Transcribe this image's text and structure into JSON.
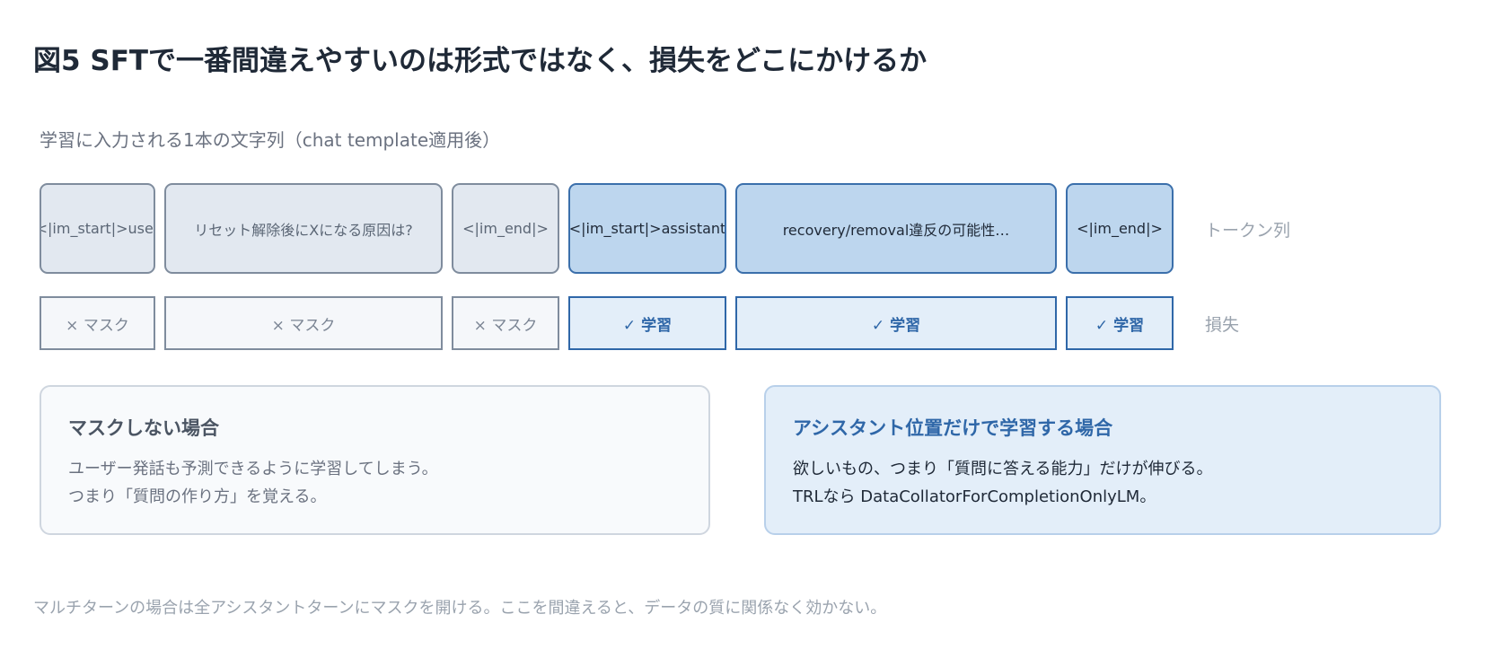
{
  "title": "図5  SFTで一番間違えやすいのは形式ではなく、損失をどこにかけるか",
  "subtitle": "学習に入力される1本の文字列（chat template適用後）",
  "tokens": [
    {
      "text": "<|im_start|>user",
      "role": "user"
    },
    {
      "text": "リセット解除後にXになる原因は?",
      "role": "user"
    },
    {
      "text": "<|im_end|>",
      "role": "user"
    },
    {
      "text": "<|im_start|>assistant",
      "role": "assistant"
    },
    {
      "text": "recovery/removal違反の可能性…",
      "role": "assistant"
    },
    {
      "text": "<|im_end|>",
      "role": "assistant"
    }
  ],
  "token_row_label": "トークン列",
  "loss": [
    {
      "text": "× マスク",
      "role": "user"
    },
    {
      "text": "× マスク",
      "role": "user"
    },
    {
      "text": "× マスク",
      "role": "user"
    },
    {
      "text": "✓ 学習",
      "role": "assistant"
    },
    {
      "text": "✓ 学習",
      "role": "assistant"
    },
    {
      "text": "✓ 学習",
      "role": "assistant"
    }
  ],
  "loss_row_label": "損失",
  "cards": {
    "no_mask": {
      "title": "マスクしない場合",
      "lines": [
        "ユーザー発話も予測できるように学習してしまう。",
        "つまり「質問の作り方」を覚える。"
      ]
    },
    "assistant_only": {
      "title": "アシスタント位置だけで学習する場合",
      "lines": [
        "欲しいもの、つまり「質問に答える能力」だけが伸びる。",
        "TRLなら DataCollatorForCompletionOnlyLM。"
      ]
    }
  },
  "footnote": "マルチターンの場合は全アシスタントターンにマスクを開ける。ここを間違えると、データの質に関係なく効かない。",
  "colors": {
    "user_fill": "#e2e8f0",
    "user_border": "#7f8c9d",
    "assistant_fill": "#bdd6ee",
    "assistant_border": "#3b6fab",
    "accent": "#2f67a8"
  }
}
